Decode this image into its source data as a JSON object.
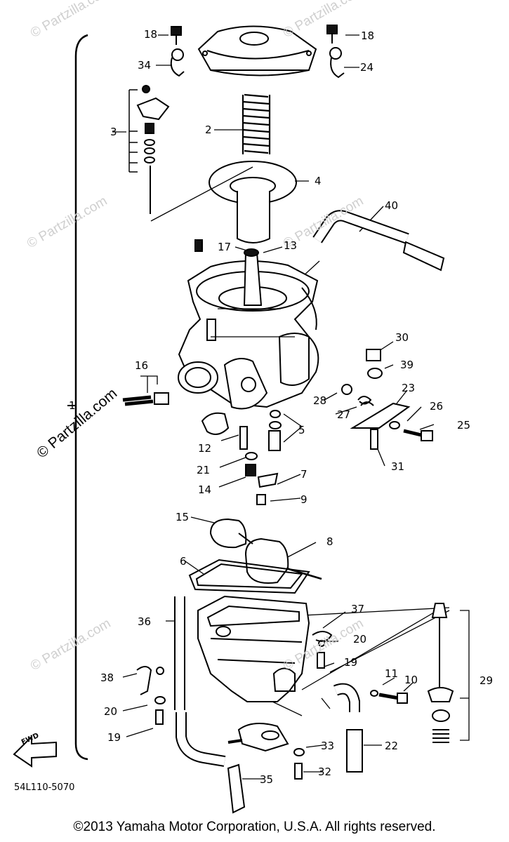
{
  "labels": {
    "l1": "1",
    "l2": "2",
    "l3": "3",
    "l4": "4",
    "l5": "5",
    "l6": "6",
    "l7": "7",
    "l8": "8",
    "l9": "9",
    "l10": "10",
    "l11": "11",
    "l12": "12",
    "l13": "13",
    "l14": "14",
    "l15": "15",
    "l16": "16",
    "l17": "17",
    "l18a": "18",
    "l18b": "18",
    "l19a": "19",
    "l19b": "19",
    "l20a": "20",
    "l20b": "20",
    "l21": "21",
    "l22": "22",
    "l23": "23",
    "l24": "24",
    "l25": "25",
    "l26": "26",
    "l27": "27",
    "l28": "28",
    "l29": "29",
    "l30": "30",
    "l31": "31",
    "l32": "32",
    "l33": "33",
    "l34": "34",
    "l35": "35",
    "l36": "36",
    "l37": "37",
    "l38": "38",
    "l39": "39",
    "l40": "40"
  },
  "watermark_text": "© Partzilla.com",
  "side_watermark": "© Partzilla.com",
  "fwd_label": "FWD",
  "diagram_code": "54L110-5070",
  "copyright": "©2013 Yamaha Motor Corporation, U.S.A. All rights reserved."
}
